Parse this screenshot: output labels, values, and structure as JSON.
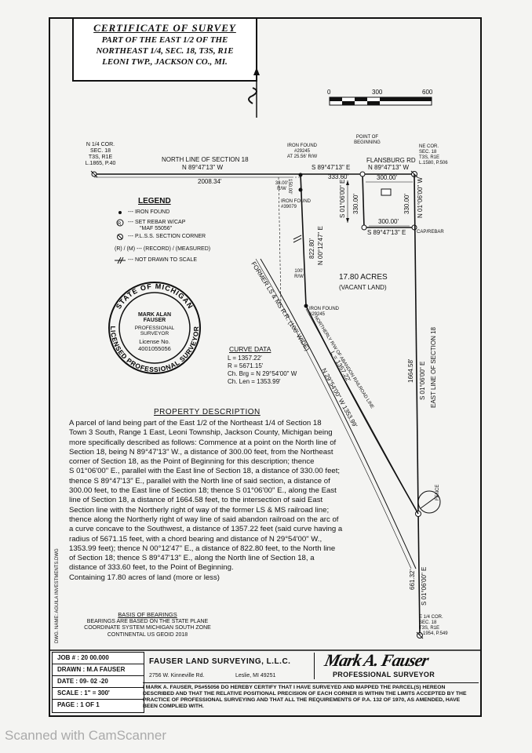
{
  "title": {
    "heading": "CERTIFICATE OF SURVEY",
    "line1": "PART OF THE EAST 1/2 OF THE",
    "line2": "NORTHEAST 1/4, SEC. 18, T3S, R1E",
    "line3": "LEONI TWP., JACKSON CO., MI."
  },
  "scale_bar": {
    "t0": "0",
    "t300": "300",
    "t600": "600"
  },
  "map_labels": {
    "n_quarter_corner": [
      "N 1/4 COR.",
      "SEC. 18",
      "T3S, R1E",
      "L.1865, P.40"
    ],
    "north_line": "NORTH LINE OF SECTION 18",
    "north_line_bearing": "N 89°47'13\" W",
    "dist_2008": "2008.34'",
    "iron_found_top": [
      "IRON FOUND",
      "#29245",
      "AT 25.56' R/W"
    ],
    "bearing_s_top": "S 89°47'13\" E",
    "dist_333": "333.60'",
    "pob": [
      "POINT OF",
      "BEGINNING"
    ],
    "flansburg": "FLANSBURG RD",
    "bearing_n_top": "N 89°47'13\" W",
    "ne_corner": [
      "NE COR.",
      "SEC. 18",
      "T3S, R1E",
      "L.1580, P.506"
    ],
    "rw_33": [
      "33.00'",
      "R/W"
    ],
    "d150": "150.00'",
    "iron_found_mid": [
      "IRON FOUND",
      "#39079"
    ],
    "d300_top": "300.00'",
    "bearing_left_box": "S 01°06'00\" E",
    "d330_left": "330.00'",
    "d330_right": "330.00'",
    "bearing_right_box": "N 01°06'00\" W",
    "d300_bottom": "300.00'",
    "bearing_bottom_box": "S 89°47'13\" E",
    "cap_rebar": "CAP/REBAR",
    "d822": "822.80'",
    "bearing_822": "N 00°12'47\" E",
    "rw_100": [
      "100'",
      "R/W"
    ],
    "acres": "17.80 ACRES",
    "vacant": "(VACANT LAND)",
    "railroad": "FORMER LS & MS R.R. (100' WIDE)",
    "iron_found_low": [
      "IRON FOUND",
      "#29245"
    ],
    "northerly_rw": "NORTHERLY R/W OF ABANDON RAILROAD LINE",
    "arc_l": "L = 1357.22'",
    "chord_bearing": "N 29°54'00\" W 1353.99'",
    "d1664": "1664.58'",
    "bearing_1664": "S 01°06'00\" E",
    "east_line": "EAST LINE OF SECTION 18",
    "fence": "FENCE",
    "d661": "661.32'",
    "bearing_661": "S 01°06'00\" E",
    "e_quarter_corner": [
      "E 1/4 COR.",
      "SEC. 18",
      "T3S, R1E",
      "L.1954, P.549"
    ],
    "side_text": "DWG. NAME: AGUILA INVESTMENTS.DWG"
  },
  "legend": {
    "title": "LEGEND",
    "rows": [
      "--- IRON FOUND",
      "--- SET REBAR W/CAP",
      "\"MAF 55056\"",
      "--- P.L.S.S. SECTION CORNER",
      "(R) / (M) --- (RECORD) / (MEASURED)",
      "--- NOT DRAWN TO SCALE"
    ]
  },
  "seal": {
    "ring_top": "STATE OF MICHIGAN",
    "ring_bottom": "LICENSED PROFESSIONAL SURVEYOR",
    "name1": "MARK ALAN",
    "name2": "FAUSER",
    "role1": "PROFESSIONAL",
    "role2": "SURVEYOR",
    "lic1": "License No.",
    "lic2": "4001055056"
  },
  "curve_data": {
    "title": "CURVE DATA",
    "l": "L = 1357.22'",
    "r": "R = 5671.15'",
    "brg": "Ch. Brg = N 29°54'00\" W",
    "len": "Ch. Len = 1353.99'"
  },
  "property": {
    "title": "PROPERTY DESCRIPTION",
    "lines": [
      "A parcel of land being part of the East 1/2 of the Northeast 1/4 of Section 18",
      "Town 3 South, Range 1 East, Leoni Township, Jackson County, Michigan being",
      "more specifically described as follows: Commence at a point on the North line of",
      "Section 18, being N 89°47'13\" W., a distance of 300.00 feet, from the Northeast",
      "corner of Section 18, as the Point of Beginning for this description; thence",
      "S 01°06'00\" E., parallel with the East line of Section 18, a distance of 330.00 feet;",
      "thence S 89°47'13\" E., parallel with the North line of said section, a distance of",
      "300.00 feet, to the East line of Section 18; thence S 01°06'00\" E., along the East",
      "line of Section 18, a distance of 1664.58 feet, to the intersection of said East",
      "Section line with the Northerly right of way of the former LS & MS railroad line;",
      "thence along the Northerly right of way line of said abandon railroad on the arc of",
      "a curve concave to the Southwest, a distance of 1357.22 feet (said curve having a",
      "radius of 5671.15 feet, with a chord bearing and distance of N 29°54'00\" W.,",
      "1353.99 feet); thence N 00°12'47\" E., a distance of 822.80 feet, to the North line",
      "of Section 18; thence S 89°47'13\" E., along the North line of Section 18, a",
      "distance of 333.60 feet, to the Point of Beginning.",
      "Containing 17.80 acres of land (more or less)"
    ]
  },
  "bearings": {
    "title": "BASIS OF BEARINGS",
    "line1": "BEARINGS ARE BASED ON THE STATE PLANE",
    "line2": "COORDINATE SYSTEM MICHIGAN SOUTH ZONE",
    "line3": "CONTINENTAL US GEOID 2018"
  },
  "title_block": {
    "job": "JOB # : 20 00.000",
    "drawn": "DRAWN : M.A FAUSER",
    "date": "DATE : 09- 02 -20",
    "scale": "SCALE : 1\" = 300'",
    "page": "PAGE : 1 OF 1",
    "firm": "FAUSER LAND SURVEYING, L.L.C.",
    "addr1": "2756 W. Kinneville Rd.",
    "addr2": "Leslie, MI 49251",
    "signature": "Mark A. Fauser",
    "professional": "PROFESSIONAL SURVEYOR",
    "cert": "I MARK A. FAUSER, PS#55056 DO HEREBY CERTIFY THAT I HAVE SURVEYED AND MAPPED THE PARCEL(S) HEREON DESCRIBED AND THAT THE RELATIVE POSITIONAL PRECISION OF EACH CORNER IS WITHIN THE LIMITS ACCEPTED BY THE PRACTICE OF PROFESSIONAL SURVEYING AND THAT ALL THE REQUIREMENTS OF P.A. 132 OF 1970, AS AMENDED, HAVE BEEN COMPLIED WITH."
  },
  "watermark": "Scanned with CamScanner"
}
